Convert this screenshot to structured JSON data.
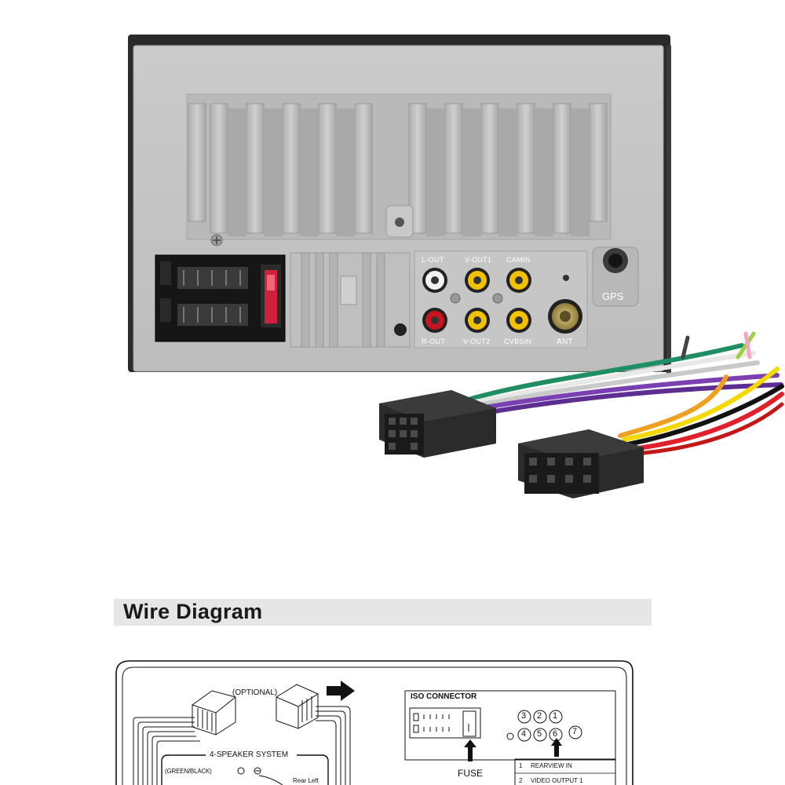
{
  "ports": {
    "l_out": "L-OUT",
    "v_out1": "V-OUT1",
    "camin": "CAMIN",
    "r_out": "R-OUT",
    "v_out2": "V-OUT2",
    "cvbsin": "CVBSIN",
    "ant": "ANT",
    "gps": "GPS"
  },
  "section": {
    "title": "Wire Diagram"
  },
  "diagram": {
    "optional": "(OPTIONAL)",
    "speaker_system": "4-SPEAKER SYSTEM",
    "green_black": "(GREEN/BLACK)",
    "rear_left": "Rear Left",
    "iso_connector": "ISO CONNECTOR",
    "fuse": "FUSE",
    "numbers_top": [
      "3",
      "2",
      "1"
    ],
    "numbers_bottom": [
      "4",
      "5",
      "6",
      "7"
    ],
    "legend": [
      {
        "num": "1",
        "label": "REARVIEW IN"
      },
      {
        "num": "2",
        "label": "VIDEO OUTPUT  1"
      }
    ]
  },
  "colors": {
    "panel": "#c4c4c4",
    "rca_yellow": "#f2c200",
    "rca_red": "#c8141e",
    "rca_white": "#f4f4f4",
    "banner_bg": "#e6e6e6"
  }
}
